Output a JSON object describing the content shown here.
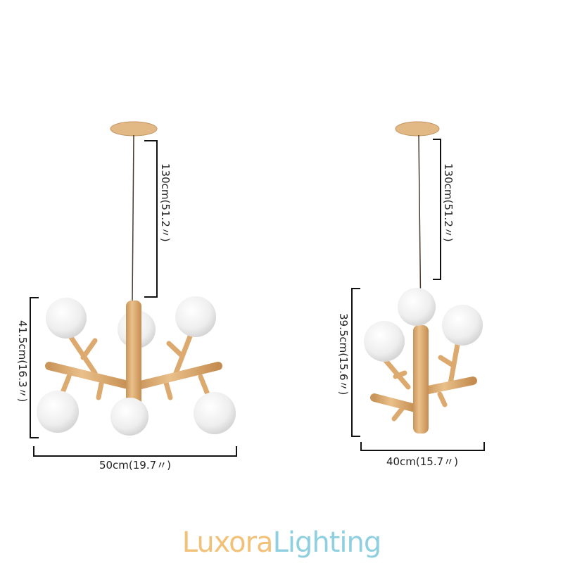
{
  "left_lamp": {
    "cord_length": "130cm(51.2〃)",
    "height": "41.5cm(16.3〃)",
    "width": "50cm(19.7〃)"
  },
  "right_lamp": {
    "cord_length": "130cm(51.2〃)",
    "height": "39.5cm(15.6〃)",
    "width": "40cm(15.7〃)"
  },
  "logo": {
    "part1": "Luxora",
    "part2": "Lighting",
    "color1": "#f2c178",
    "color2": "#8fd0e0"
  },
  "colors": {
    "wood": "#e3b57c",
    "glass": "#f2f2f2"
  }
}
